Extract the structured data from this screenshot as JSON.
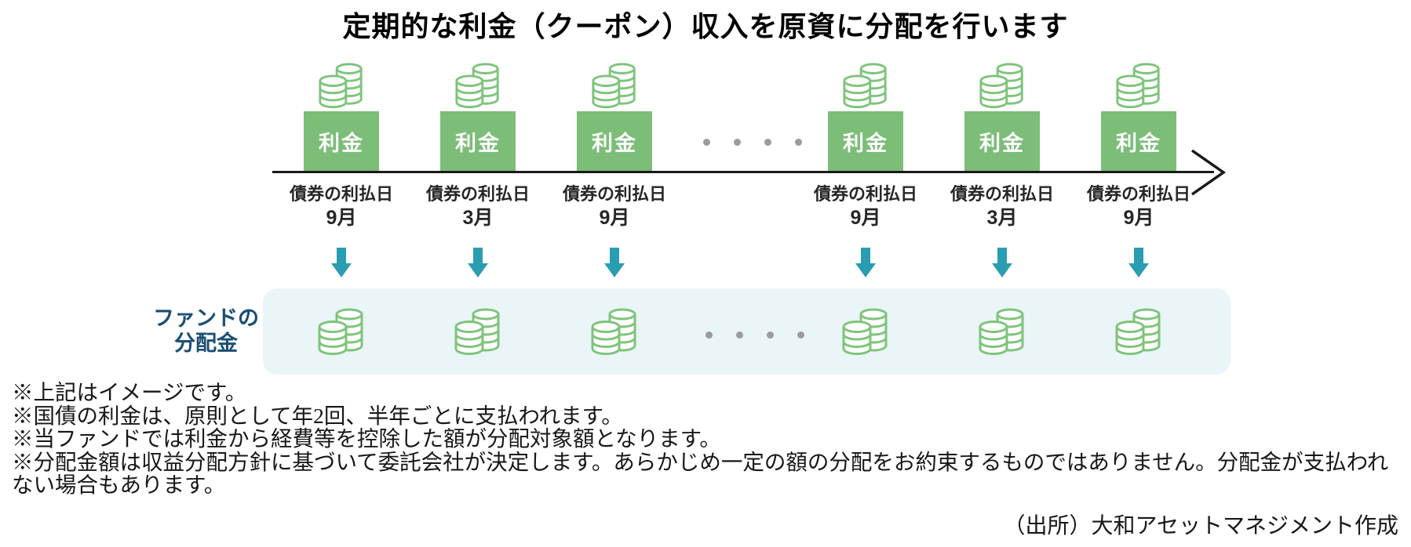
{
  "title": "定期的な利金（クーポン）収入を原資に分配を行います",
  "timeline": {
    "events": [
      {
        "box_label": "利金",
        "date_label": "債券の利払日",
        "month": "9月"
      },
      {
        "box_label": "利金",
        "date_label": "債券の利払日",
        "month": "3月"
      },
      {
        "box_label": "利金",
        "date_label": "債券の利払日",
        "month": "9月"
      },
      {
        "box_label": "利金",
        "date_label": "債券の利払日",
        "month": "9月"
      },
      {
        "box_label": "利金",
        "date_label": "債券の利払日",
        "month": "3月"
      },
      {
        "box_label": "利金",
        "date_label": "債券の利払日",
        "month": "9月"
      }
    ],
    "ellipsis_dots": 4
  },
  "fund_band": {
    "label_line1": "ファンドの",
    "label_line2": "分配金"
  },
  "footnotes": [
    "※上記はイメージです。",
    "※国債の利金は、原則として年2回、半年ごとに支払われます。",
    "※当ファンドでは利金から経費等を控除した額が分配対象額となります。",
    "※分配金額は収益分配方針に基づいて委託会社が決定します。あらかじめ一定の額の分配をお約束するものではありません。分配金が支払われない場合もあります。"
  ],
  "source": "（出所）大和アセットマネジメント作成",
  "colors": {
    "box-green": "#7cbd78",
    "coin-green": "#7ec47b",
    "arrow-teal": "#2a9db1",
    "band-blue": "#e9f5f7",
    "label-navy": "#1b4e74",
    "dot-gray": "#9b9b9b",
    "axis-black": "#1a1a1a"
  }
}
